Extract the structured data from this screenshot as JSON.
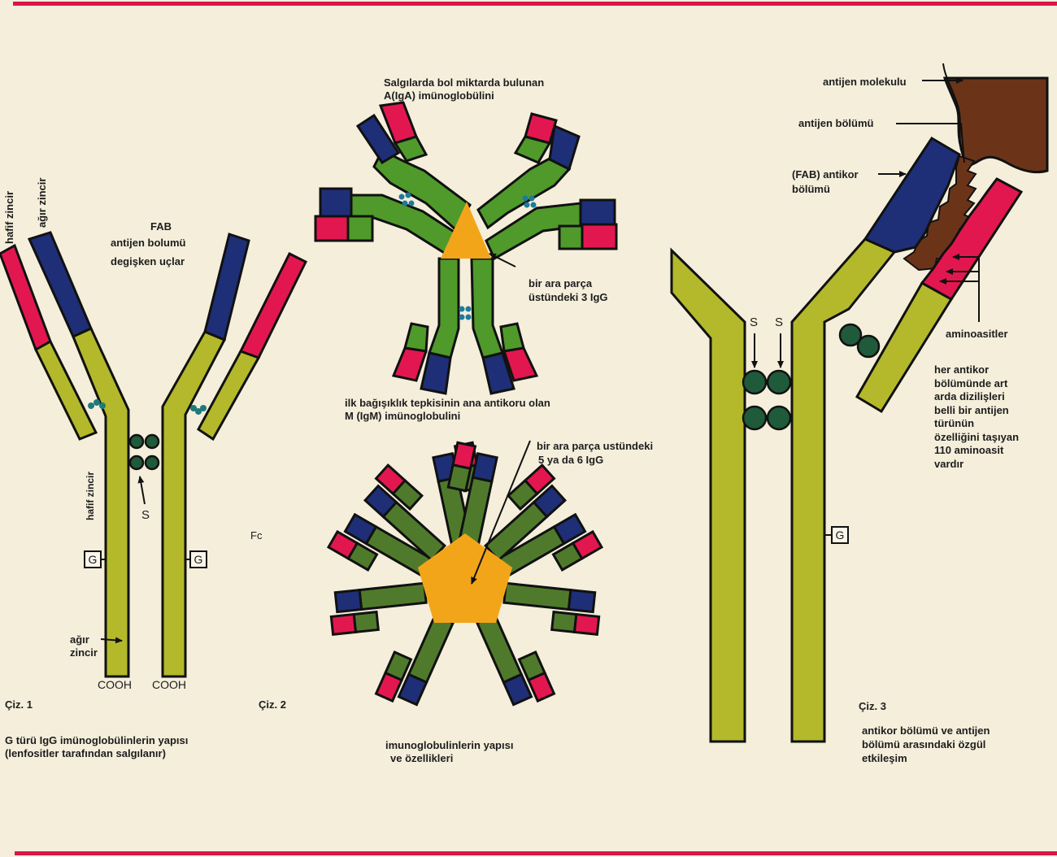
{
  "colors": {
    "heavy_chain_light_green": "#b3b92a",
    "igm_dark_green": "#4f7a2c",
    "iga_green": "#4f9a2a",
    "variable_blue": "#1e2f78",
    "variable_red": "#e3174f",
    "joining_piece_orange": "#f3a519",
    "disulfide_dark_green": "#1f5a3a",
    "antigen_brown": "#6b3419",
    "rule_red": "#d8164a",
    "background": "#f4eedb"
  },
  "figure1": {
    "label_light_chain_top": "hafif zincir",
    "label_heavy_chain_top": "ağır zincir",
    "fab_title": "FAB",
    "fab_line2": "antijen bolumü",
    "fab_line3": "degişken uçlar",
    "label_light_chain_side": "hafif zincir",
    "s_label": "S",
    "fc_label": "Fc",
    "g_left": "G",
    "g_right": "G",
    "heavy_chain_line1": "ağır",
    "heavy_chain_line2": "zincir",
    "cooh_left": "COOH",
    "cooh_right": "COOH",
    "fig_number": "Çiz. 1",
    "caption_line1": "G türü IgG imünoglobülinlerin yapısı",
    "caption_line2": "(lenfositler tarafından salgılanır)"
  },
  "figure2": {
    "iga_title_line1": "Salgılarda bol miktarda bulunan",
    "iga_title_line2": "A(IgA) imünoglobülini",
    "iga_pointer_line1": "bir ara parça",
    "iga_pointer_line2": "üstündeki 3 IgG",
    "igm_title_line1": "ilk bağışıklık tepkisinin ana antikoru olan",
    "igm_title_line2": "M (IgM) imünoglobulini",
    "igm_pointer_line1": "bir ara parça ustündeki",
    "igm_pointer_line2": "5 ya da 6  IgG",
    "fig_number": "Çiz. 2",
    "caption_line1": "imunoglobulinlerin yapısı",
    "caption_line2": "ve özellikleri"
  },
  "figure3": {
    "antigen_molecule": "antijen molekulu",
    "antigen_region": "antijen bölümü",
    "fab_line1": "(FAB) antikor",
    "fab_line2": "bölümü",
    "s_left": "S",
    "s_right": "S",
    "amino_acids": "aminoasitler",
    "note_lines": [
      "her antikor",
      "bölümünde art",
      "arda dizilişleri",
      "belli bir antijen",
      "türünün",
      "özelliğini taşıyan",
      "110 aminoasit",
      "vardır"
    ],
    "g_box": "G",
    "fig_number": "Çiz. 3",
    "caption_line1": "antikor bölümü ve antijen",
    "caption_line2": "bölümü arasındaki özgül",
    "caption_line3": "etkileşim"
  }
}
